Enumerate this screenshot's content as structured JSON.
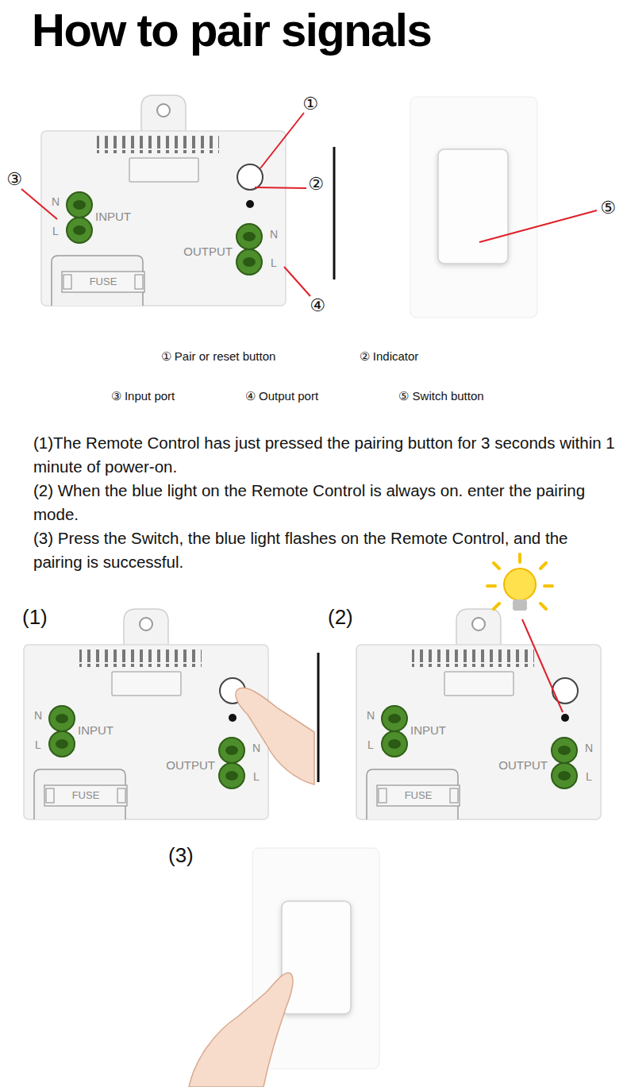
{
  "diagram": {
    "title": "How to pair signals",
    "labels": [
      "①",
      "②",
      "③",
      "④",
      "⑤",
      "N",
      "L",
      "INPUT",
      "OUTPUT",
      "N",
      "L",
      "FUSE",
      "① Pair or reset button",
      "② Indicator",
      "③ Input port",
      "④ Output port",
      "⑤ Switch button",
      "(1)The Remote Control has just pressed the pairing button for 3 seconds within 1 minute of power-on.",
      "(2) When the blue light on the Remote Control is always on. enter the pairing mode.",
      "(3) Press the Switch, the blue light flashes on the Remote Control, and the pairing is successful.",
      "(1)",
      "N",
      "L",
      "INPUT",
      "OUTPUT",
      "N",
      "L",
      "FUSE",
      "(2)",
      "N",
      "L",
      "INPUT",
      "OUTPUT",
      "N",
      "L",
      "FUSE",
      "(3)"
    ]
  }
}
